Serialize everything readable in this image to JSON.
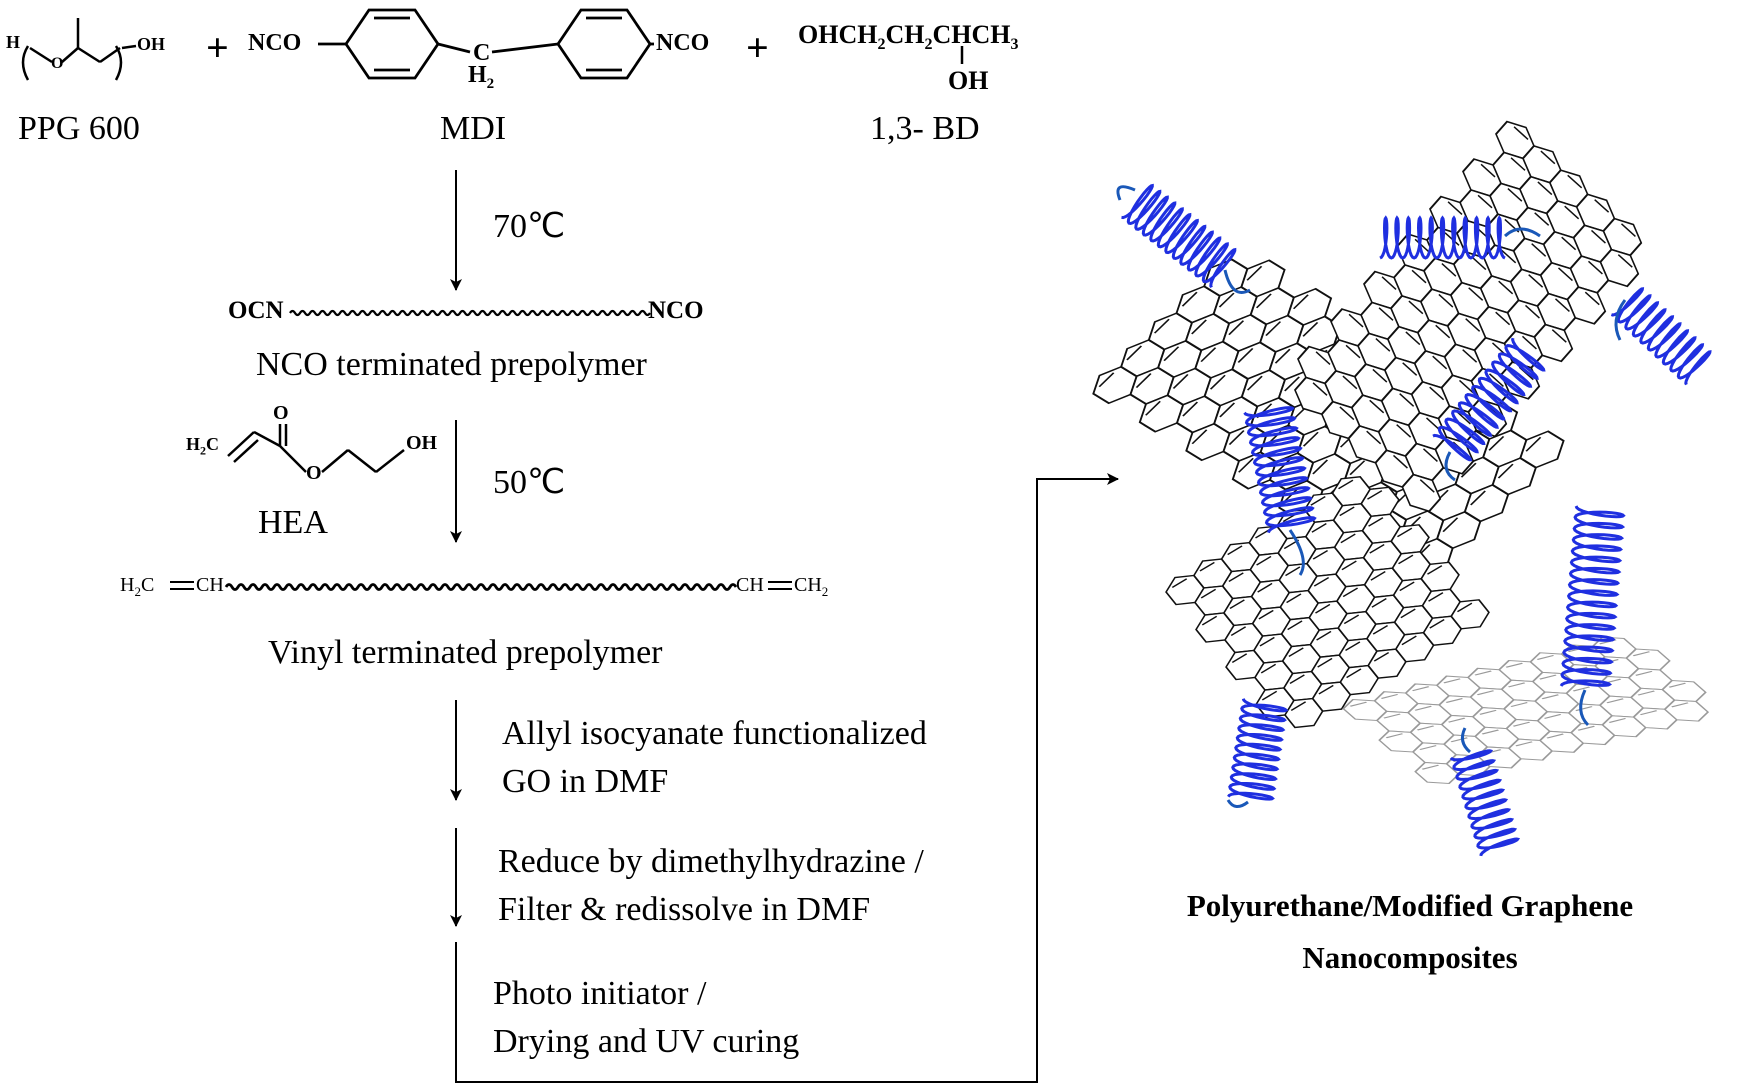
{
  "reactants": {
    "ppg_label": "PPG 600",
    "mdi_label": "MDI",
    "bd_label": "1,3- BD",
    "plus": "+",
    "ppg_h": "H",
    "ppg_o": "O",
    "ppg_oh": "OH",
    "mdi_nco_left": "NCO",
    "mdi_nco_right": "NCO",
    "mdi_ch": "C",
    "mdi_h2": "H",
    "mdi_h2_sub": "2",
    "bd_formula_a": "OHCH",
    "bd_sub_a": "2",
    "bd_formula_b": "CH",
    "bd_sub_b": "2",
    "bd_formula_c": "CHCH",
    "bd_sub_c": "3",
    "bd_oh": "OH"
  },
  "steps": {
    "temp1": "70℃",
    "prepolymer1_left": "OCN",
    "prepolymer1_right": "NCO",
    "prepolymer1_label": "NCO terminated prepolymer",
    "hea_label": "HEA",
    "hea_h2c": "H",
    "hea_h2c_sub": "2",
    "hea_c": "C",
    "hea_o_top": "O",
    "hea_o_ester": "O",
    "hea_oh": "OH",
    "temp2": "50℃",
    "vinyl_left_a": "H",
    "vinyl_left_sub": "2",
    "vinyl_left_b": "C",
    "vinyl_left_c": "CH",
    "vinyl_right_a": "CH",
    "vinyl_right_b": "CH",
    "vinyl_right_sub": "2",
    "prepolymer2_label": "Vinyl terminated prepolymer",
    "step3_line1": "Allyl isocyanate functionalized",
    "step3_line2": "GO in DMF",
    "step4_line1": "Reduce by dimethylhydrazine /",
    "step4_line2": "Filter & redissolve in DMF",
    "step5_line1": "Photo initiator /",
    "step5_line2": "Drying and UV curing"
  },
  "product": {
    "title_line1": "Polyurethane/Modified Graphene",
    "title_line2": "Nanocomposites"
  },
  "colors": {
    "ink": "#000000",
    "chain_blue": "#1f2fe0",
    "chain_dark": "#1a58b8",
    "sheet_grey": "#9a9a9a"
  }
}
